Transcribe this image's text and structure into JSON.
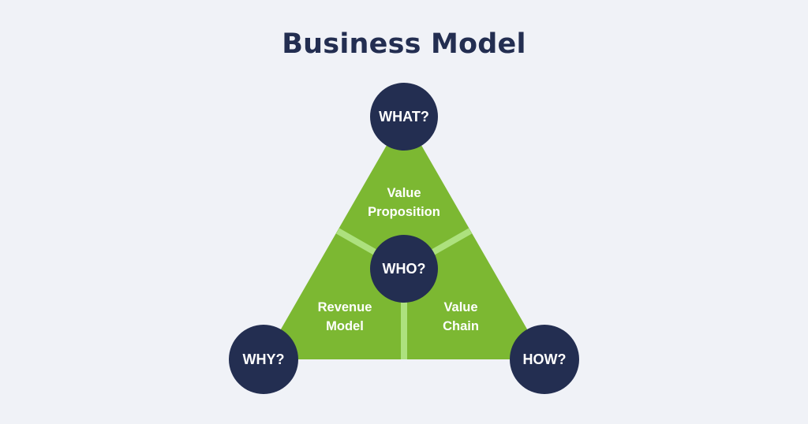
{
  "title": "Business Model",
  "colors": {
    "background": "#f0f2f7",
    "triangle": "#7cb832",
    "divider": "#ade17e",
    "node": "#232e51",
    "text_light": "#ffffff",
    "title": "#232e51"
  },
  "nodes": {
    "top": "WHAT?",
    "center": "WHO?",
    "bottom_left": "WHY?",
    "bottom_right": "HOW?"
  },
  "segments": {
    "top": [
      "Value",
      "Proposition"
    ],
    "left": [
      "Revenue",
      "Model"
    ],
    "right": [
      "Value",
      "Chain"
    ]
  }
}
